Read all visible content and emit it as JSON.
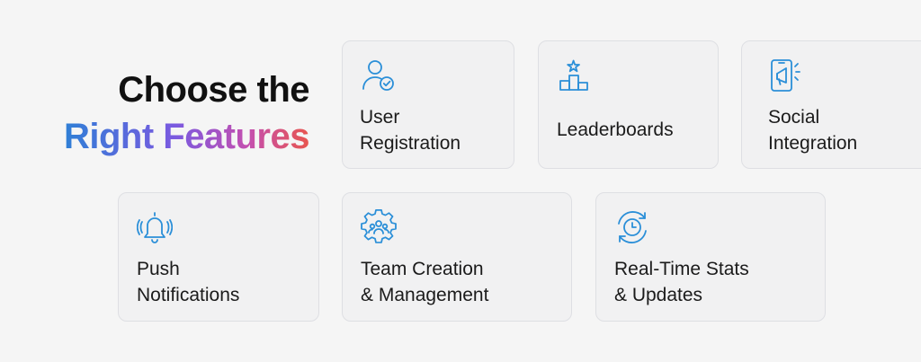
{
  "heading": {
    "line1": "Choose the",
    "line2": "Right Features"
  },
  "accent_gradient": [
    "#2f7fd6",
    "#7a5ae0",
    "#c44fb0",
    "#e8564f"
  ],
  "icon_color": "#2b8fd8",
  "cards": [
    {
      "icon": "user-check-icon",
      "line1": "User",
      "line2": "Registration"
    },
    {
      "icon": "podium-star-icon",
      "line1": "Leaderboards",
      "line2": ""
    },
    {
      "icon": "phone-megaphone-icon",
      "line1": "Social",
      "line2": "Integration"
    },
    {
      "icon": "bell-ringing-icon",
      "line1": "Push",
      "line2": "Notifications"
    },
    {
      "icon": "gear-team-icon",
      "line1": "Team Creation",
      "line2": "& Management"
    },
    {
      "icon": "clock-refresh-icon",
      "line1": "Real-Time Stats",
      "line2": "& Updates"
    }
  ]
}
